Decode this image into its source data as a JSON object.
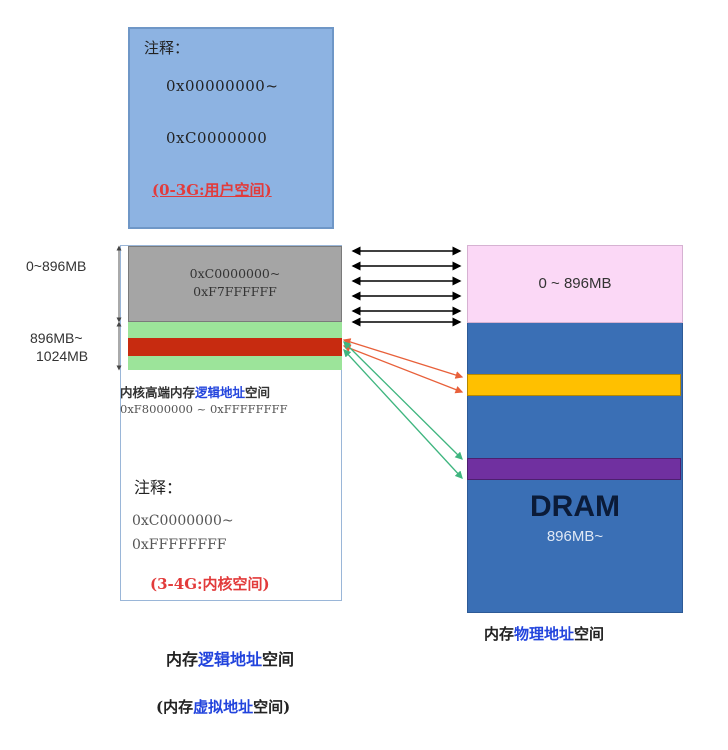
{
  "user_space": {
    "note_title": "注释：",
    "range_start": "0x00000000~",
    "range_end": "0xC0000000",
    "label": "(0-3G:用户空间)"
  },
  "kernel_space": {
    "direct_map_start": "0xC0000000~",
    "direct_map_end": "0xF7FFFFFF",
    "high_label_prefix": "内核高端内存",
    "high_label_highlight": "逻辑地址",
    "high_label_suffix": "空间",
    "high_range": "0xF8000000 ~ 0xFFFFFFFF",
    "note_title": "注释：",
    "range_start": "0xC0000000~",
    "range_end": "0xFFFFFFFF",
    "label": "(3-4G:内核空间)"
  },
  "left_labels": {
    "low": "0~896MB",
    "high_line1": "896MB~",
    "high_line2": "1024MB"
  },
  "physical": {
    "low_label": "0 ~ 896MB",
    "dram_title": "DRAM",
    "dram_sub": "896MB~",
    "caption_prefix": "内存",
    "caption_highlight": "物理地址",
    "caption_suffix": "空间"
  },
  "captions": {
    "logical_prefix": "内存",
    "logical_highlight": "逻辑地址",
    "logical_suffix": "空间",
    "virtual_open": "(内存",
    "virtual_highlight": "虚拟地址",
    "virtual_suffix": "空间)"
  },
  "colors": {
    "user_box": "#8db3e2",
    "direct_map": "#a5a5a5",
    "high_green": "#9ce49a",
    "high_red": "#c72b10",
    "phys_low": "#fbd8f6",
    "dram": "#3a6fb5",
    "phys_yellow": "#ffc000",
    "phys_purple": "#7030a0",
    "highlight_text": "#2244dd",
    "red_text": "#e23b3b",
    "arrow_black": "#000000",
    "arrow_red": "#e8603a",
    "arrow_green": "#3fb57f"
  }
}
